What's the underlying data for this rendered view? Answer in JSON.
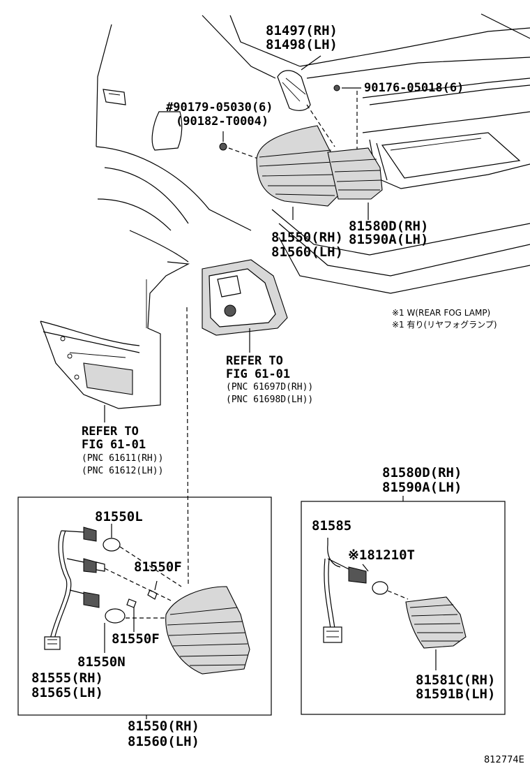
{
  "labels": {
    "p81497": "81497(RH)",
    "p81498": "81498(LH)",
    "p90176": "90176-05018(6)",
    "p90179": "#90179-05030(6)",
    "p90182": "(90182-T0004)",
    "p81550_rh_top": "81550(RH)",
    "p81560_lh_top": "81560(LH)",
    "p81580d_rh_top": "81580D(RH)",
    "p81590a_lh_top": "81590A(LH)",
    "refer1_l1": "REFER TO",
    "refer1_l2": "FIG 61-01",
    "refer1_l3": "(PNC 61697D(RH))",
    "refer1_l4": "(PNC 61698D(LH))",
    "refer2_l1": "REFER TO",
    "refer2_l2": "FIG 61-01",
    "refer2_l3": "(PNC 61611(RH))",
    "refer2_l4": "(PNC 61612(LH))",
    "note1": "※1 W(REAR FOG LAMP)",
    "note2": "※1 有り(リヤフォグランプ)",
    "p81550l": "81550L",
    "p81550f_a": "81550F",
    "p81550f_b": "81550F",
    "p81550n": "81550N",
    "p81555": "81555(RH)",
    "p81565": "81565(LH)",
    "p81550_rh_bot": "81550(RH)",
    "p81560_lh_bot": "81560(LH)",
    "p81580d_rh_box": "81580D(RH)",
    "p81590a_lh_box": "81590A(LH)",
    "p81585": "81585",
    "p81210t": "※181210T",
    "p81581c": "81581C(RH)",
    "p81591b": "81591B(LH)",
    "figure_id": "812774E"
  }
}
